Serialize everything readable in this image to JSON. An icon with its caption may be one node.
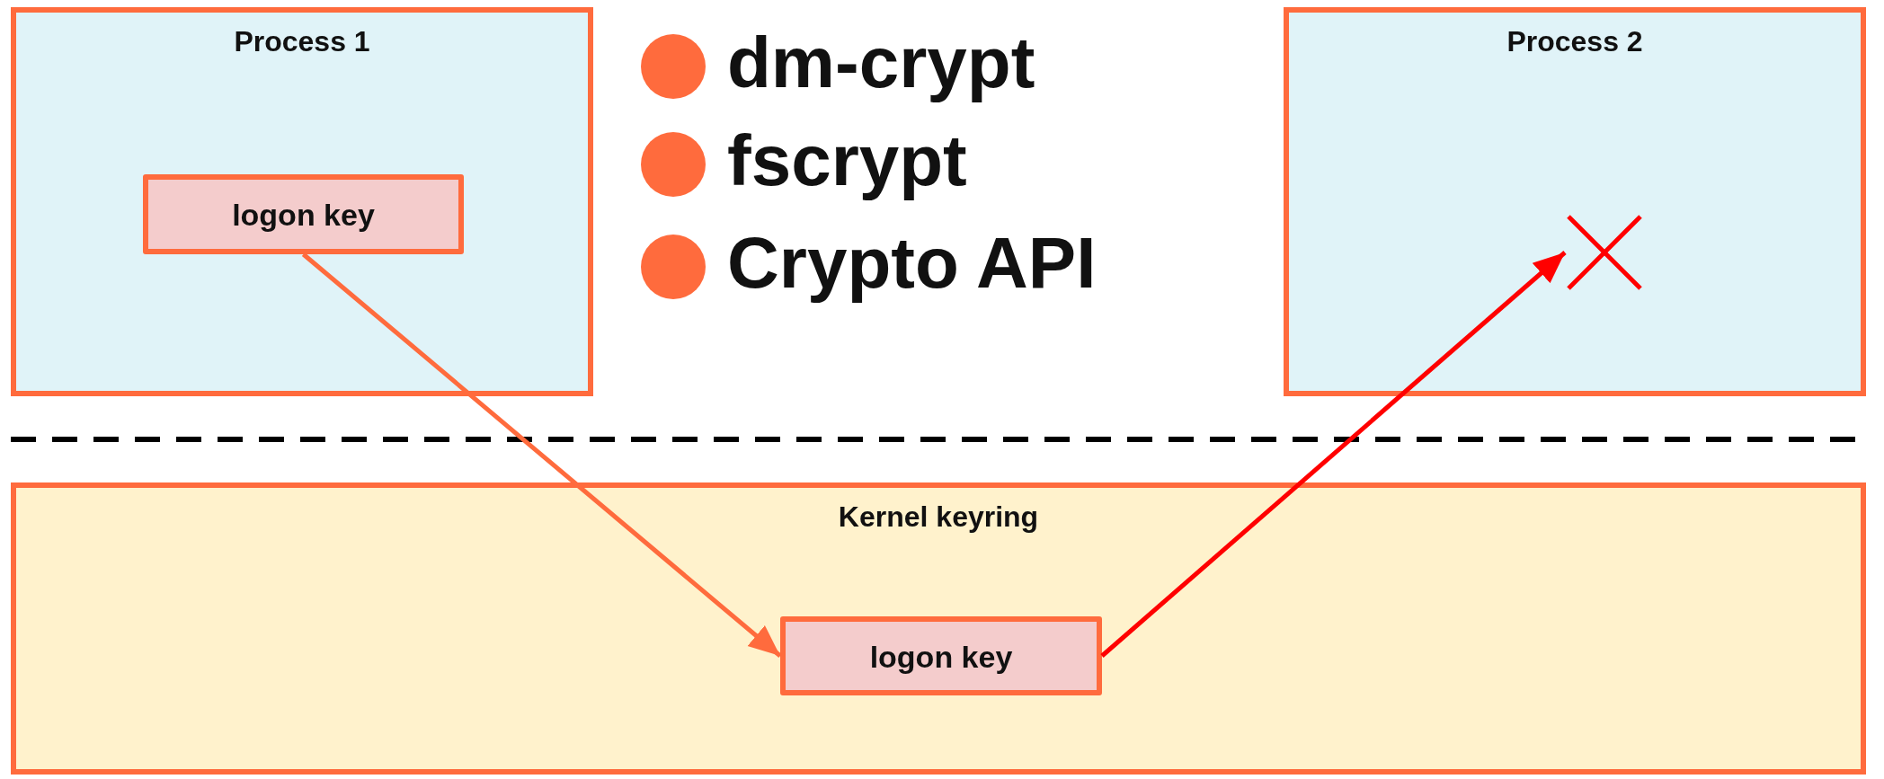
{
  "diagram": {
    "nodes": [
      {
        "text": [
          "Process 1"
        ]
      },
      {
        "text": [
          "logon key"
        ],
        "in": 0
      },
      {
        "text": [
          "Process 2"
        ]
      },
      {
        "text": [],
        "shape": "cross",
        "in": 2
      },
      {
        "text": [
          "Kernel keyring"
        ]
      },
      {
        "text": [
          "logon key"
        ],
        "in": 4
      }
    ],
    "edges": [
      {
        "from": 1,
        "to": 5,
        "arrow": "to"
      },
      {
        "from": 5,
        "to": 3,
        "arrow": "to",
        "color": "#ff0000"
      }
    ],
    "labels": [
      "dm-crypt",
      "fscrypt",
      "Crypto API"
    ]
  }
}
